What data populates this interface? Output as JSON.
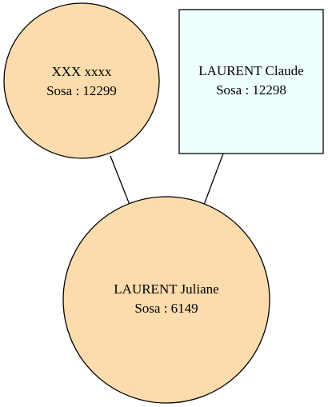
{
  "colors": {
    "female_fill": "#fcdcac",
    "male_fill": "#eeffff",
    "stroke": "#000000",
    "background": "#ffffff"
  },
  "nodes": {
    "mother": {
      "name": "XXX xxxx",
      "sosa": "Sosa : 12299",
      "shape": "circle"
    },
    "father": {
      "name": "LAURENT Claude",
      "sosa": "Sosa : 12298",
      "shape": "box"
    },
    "child": {
      "name": "LAURENT Juliane",
      "sosa": "Sosa : 6149",
      "shape": "circle"
    }
  },
  "edges": [
    {
      "from": "mother",
      "to": "child"
    },
    {
      "from": "father",
      "to": "child"
    }
  ]
}
